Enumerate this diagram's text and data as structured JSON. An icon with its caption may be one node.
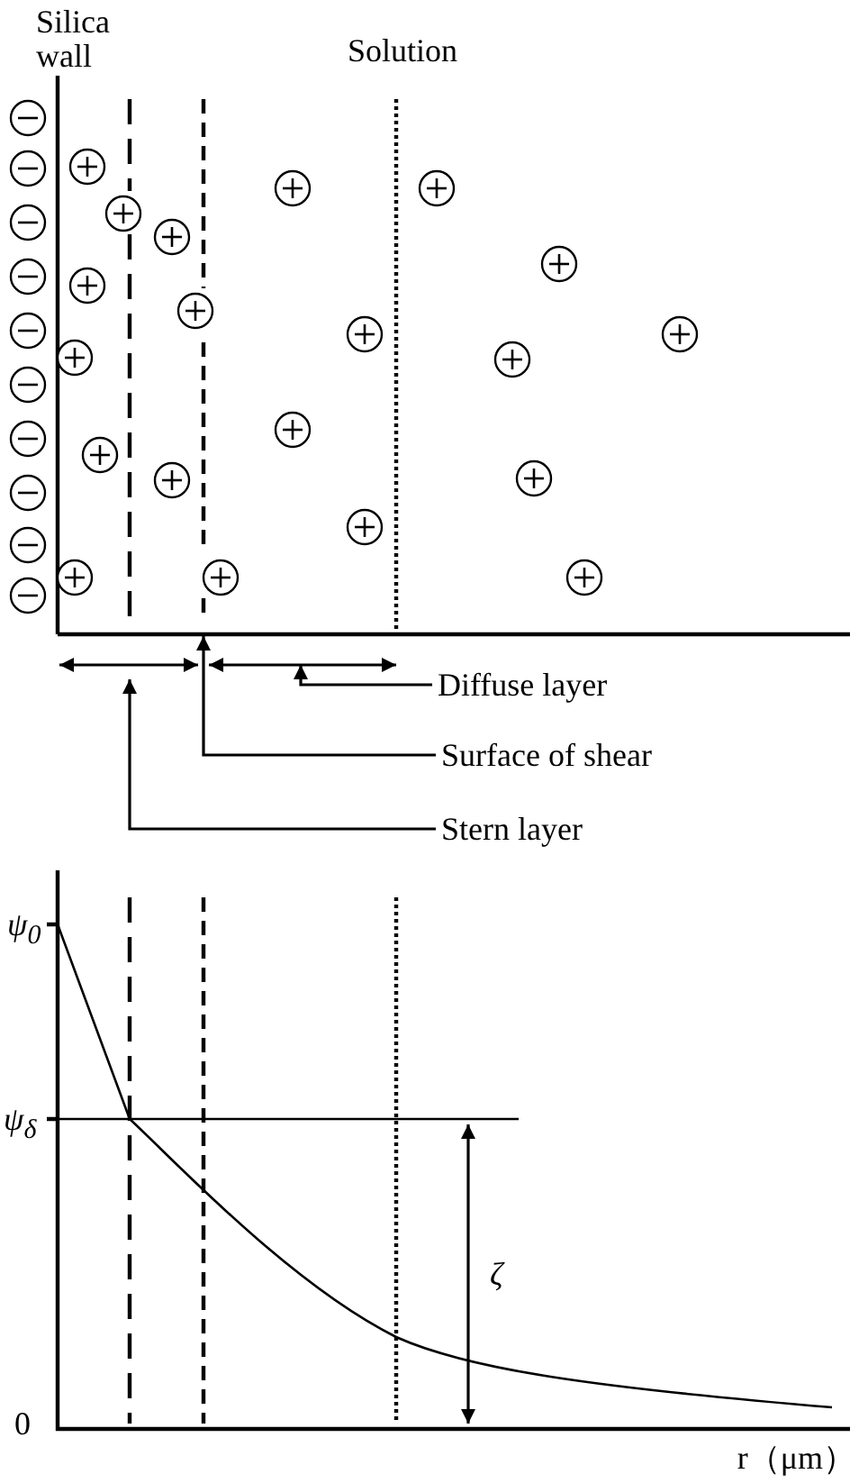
{
  "diagram": {
    "nodes": [
      {
        "text": [
          "Diffuse layer"
        ]
      },
      {
        "text": [
          "Surface of shear"
        ]
      },
      {
        "text": [
          "Stern layer"
        ]
      }
    ],
    "edges": [
      {
        "from": 0,
        "to": null,
        "arrow": "to"
      },
      {
        "from": 1,
        "to": null,
        "arrow": "to"
      },
      {
        "from": 2,
        "to": null,
        "arrow": "to"
      }
    ],
    "labels": [
      "Silica wall",
      "Solution",
      "ψ$_{0}$",
      "ψ$_{δ}$",
      "ζ",
      "0",
      "r（μm）"
    ]
  }
}
